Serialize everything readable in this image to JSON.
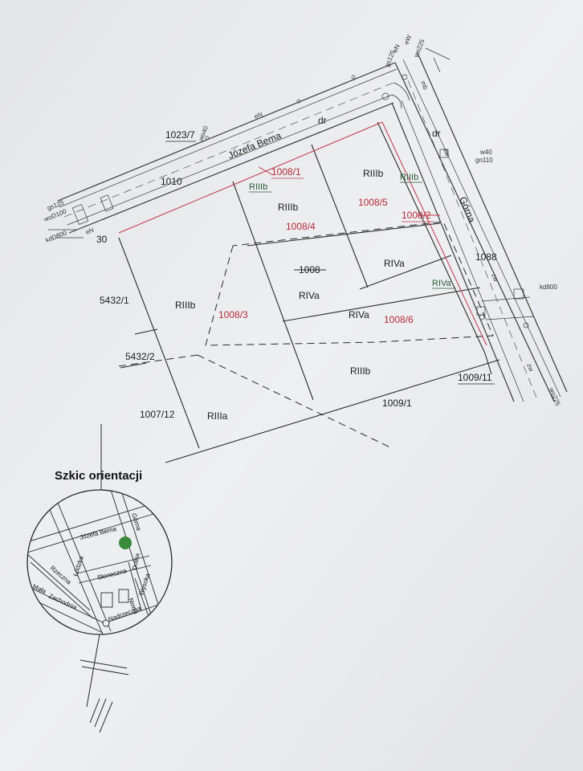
{
  "streets": {
    "bema": "Józefa Bema",
    "gorna": "Górna",
    "dr_left": "dr",
    "dr_right": "dr"
  },
  "parcels": {
    "p1023_7": "1023/7",
    "p1010": "1010",
    "p5432_1": "5432/1",
    "p5432_2": "5432/2",
    "p1007_12": "1007/12",
    "p1009_1": "1009/1",
    "p1009_11": "1009/11",
    "p1088": "1088",
    "p1008": "1008"
  },
  "new_parcels": {
    "p1008_1": "1008/1",
    "p1008_2": "1008/2",
    "p1008_3": "1008/3",
    "p1008_4": "1008/4",
    "p1008_5": "1008/5",
    "p1008_6": "1008/6"
  },
  "soil_classes": {
    "s_left": "RIIIb",
    "s_1008_4": "RIIIb",
    "s_1008_5": "RIIIb",
    "s_mid_a": "RIVa",
    "s_mid_b": "RIVa",
    "s_right_a": "RIVa",
    "s_bottom": "RIIIb",
    "s_lower": "RIIIa",
    "s_g1": "RIIIb",
    "s_g2": "RIIIb",
    "s_g3": "RIVa"
  },
  "utility_labels": {
    "gs125": "gs125",
    "wo100": "woD100",
    "kd800_l": "kdD800",
    "n30": "30",
    "eN_l": "eN",
    "wo40": "wo40",
    "eN_t": "eN",
    "eW_t": "eW",
    "wo225_t": "wo225",
    "gs125_t": "gs125",
    "eN_tr": "eN",
    "w40": "w40",
    "gn110": "gn110",
    "kd800_r": "kd800",
    "wo225_b": "wo225",
    "zw1": "zw",
    "zw2": "zw",
    "zw3": "zw",
    "mb": "mb"
  },
  "sketch": {
    "title": "Szkic orientacji",
    "streets": {
      "bema": "Józefa Bema",
      "gorna": "Górna",
      "lodzka": "Łódzka",
      "sloneczna": "Słoneczna",
      "dolna": "Dolna",
      "wysoka": "Wysoka",
      "nowa": "Nowa",
      "mala": "Mała",
      "rzeczna": "Rzeczna",
      "zachodnia": "Zachodnia",
      "nadrzeczna": "Nadrzeczna"
    },
    "marker_color": "#3a8a3a"
  },
  "colors": {
    "paper": "#e9eaec",
    "ink": "#2a2a2a",
    "red_line": "#c0394b",
    "green_text": "#2c5a3a"
  }
}
